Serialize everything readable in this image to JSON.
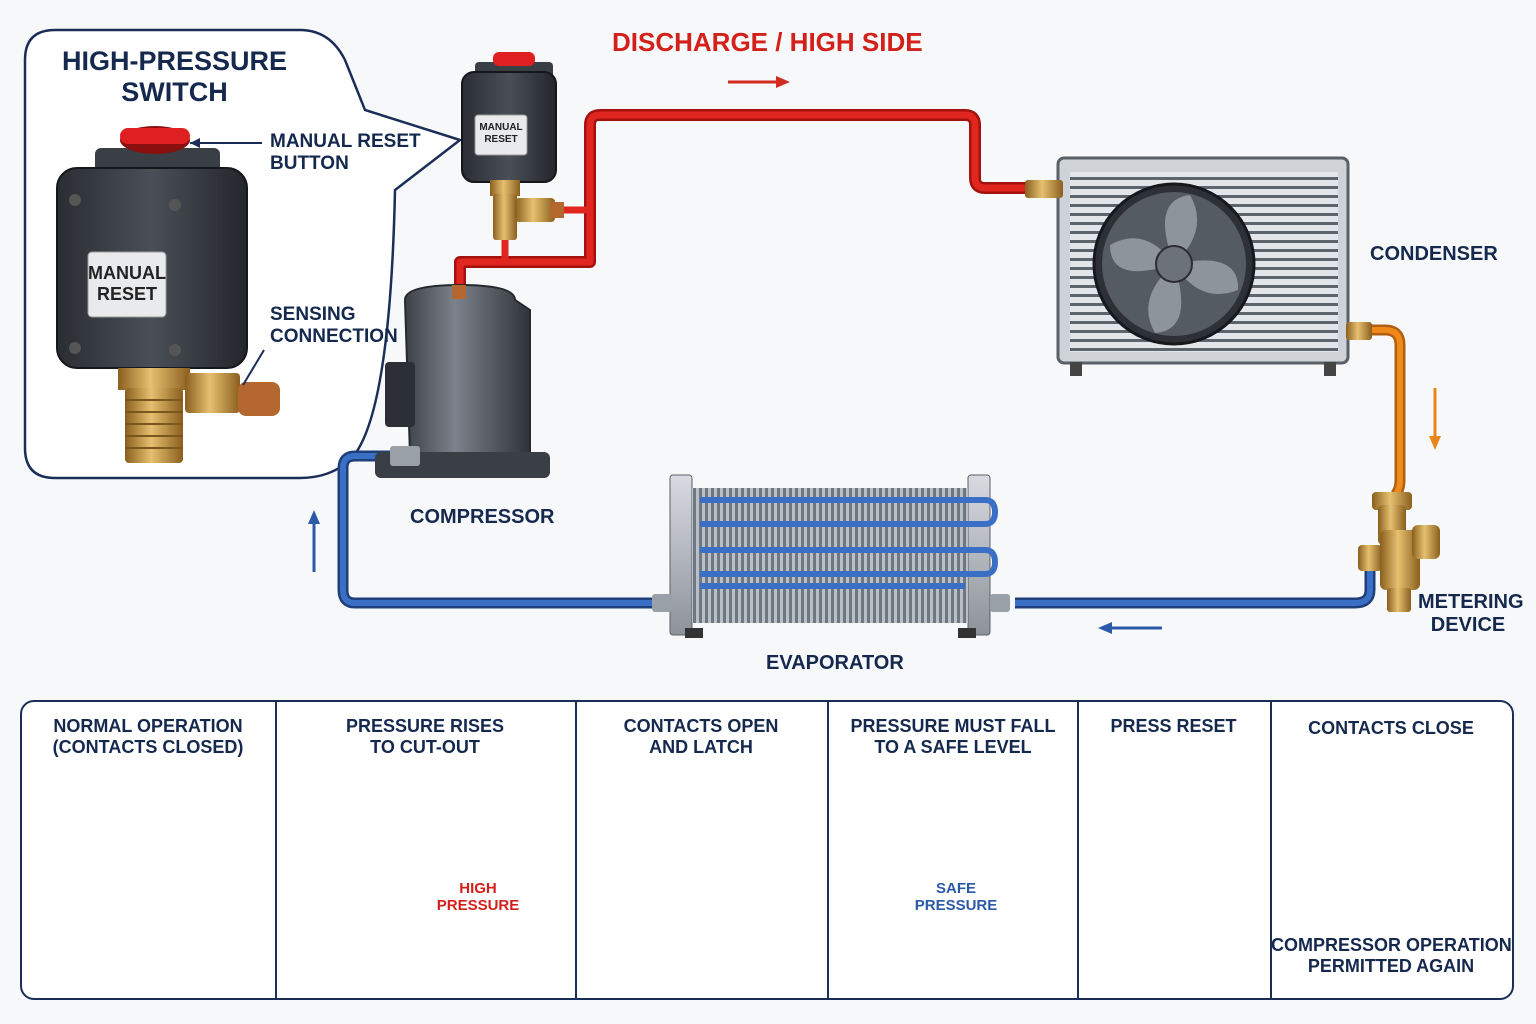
{
  "callout": {
    "title_line1": "HIGH-PRESSURE",
    "title_line2": "SWITCH",
    "reset_button_line1": "MANUAL RESET",
    "reset_button_line2": "BUTTON",
    "sensing_line1": "SENSING",
    "sensing_line2": "CONNECTION",
    "plate_line1": "MANUAL",
    "plate_line2": "RESET"
  },
  "switch_plate": {
    "line1": "MANUAL",
    "line2": "RESET"
  },
  "flow": {
    "discharge_label": "DISCHARGE / HIGH SIDE"
  },
  "components": {
    "condenser": "CONDENSER",
    "compressor": "COMPRESSOR",
    "evaporator": "EVAPORATOR",
    "metering_line1": "METERING",
    "metering_line2": "DEVICE"
  },
  "steps": [
    {
      "title_line1": "NORMAL OPERATION",
      "title_line2": "(CONTACTS CLOSED)"
    },
    {
      "title_line1": "PRESSURE RISES",
      "title_line2": "TO CUT-OUT",
      "gauge_line1": "HIGH",
      "gauge_line2": "PRESSURE"
    },
    {
      "title_line1": "CONTACTS OPEN",
      "title_line2": "AND LATCH"
    },
    {
      "title_line1": "PRESSURE MUST FALL",
      "title_line2": "TO A SAFE LEVEL",
      "gauge_line1": "SAFE",
      "gauge_line2": "PRESSURE"
    },
    {
      "title_line1": "PRESS RESET",
      "title_line2": ""
    },
    {
      "title_line1": "CONTACTS CLOSE",
      "title_line2": "",
      "note_line1": "COMPRESSOR OPERATION",
      "note_line2": "PERMITTED AGAIN"
    }
  ],
  "colors": {
    "high_side": "#e0261f",
    "liquid_line": "#ef8a1a",
    "low_side": "#3a6fc6",
    "navy": "#15284e",
    "brass": "#c8963e",
    "contact_closed": "#2e9e2e",
    "contact_open": "#d23a2a"
  },
  "icons": [
    "reset-button-icon",
    "fan-icon",
    "gauge-icon",
    "flow-arrow-icon",
    "contact-icon"
  ]
}
